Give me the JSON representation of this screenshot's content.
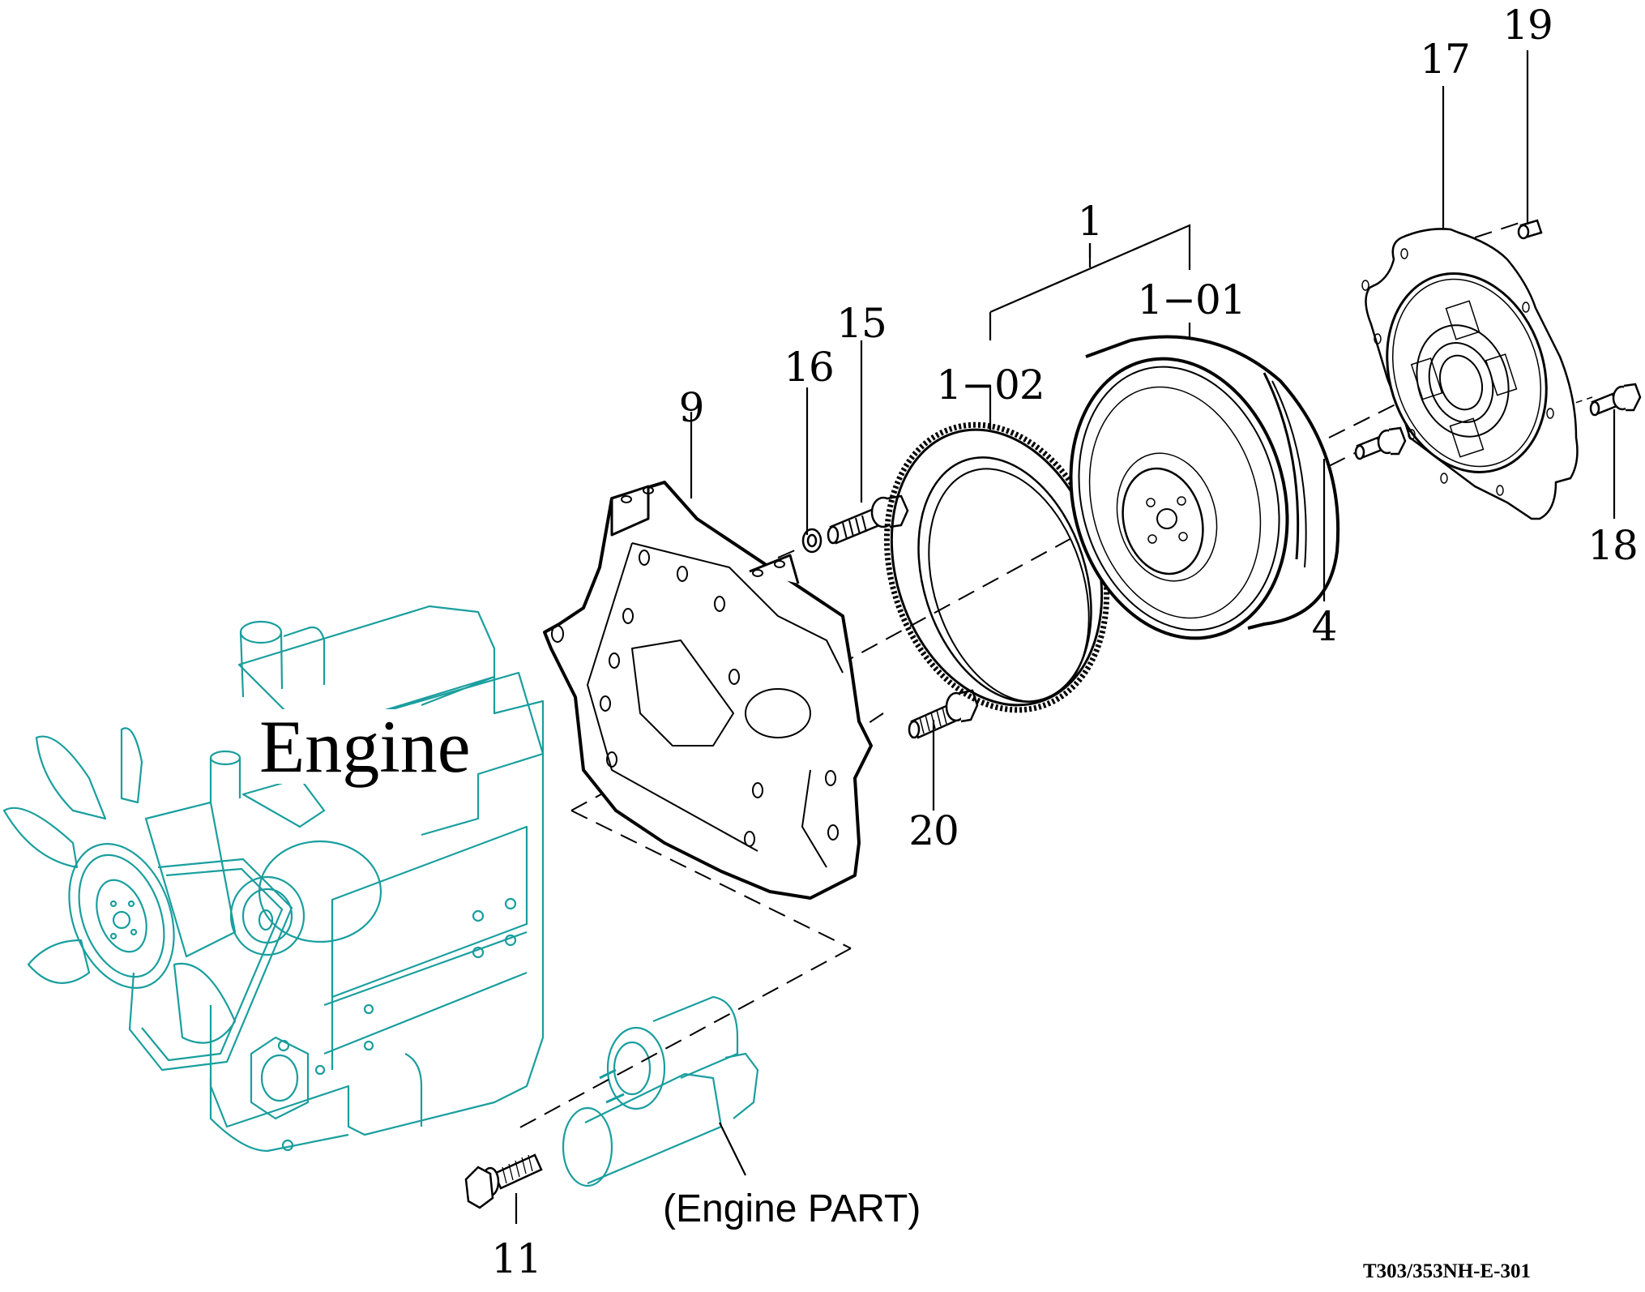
{
  "diagram": {
    "type": "exploded-parts-diagram",
    "reference_code": "T303/353NH-E-301",
    "engine_label": "Engine",
    "engine_part_label": "(Engine PART)",
    "colors": {
      "engine_line": "#1a9e9e",
      "part_line": "#000000",
      "background": "#ffffff"
    },
    "callouts": [
      {
        "id": "1",
        "label": "1",
        "part": "flywheel-assembly"
      },
      {
        "id": "1-01",
        "label": "1−01",
        "part": "flywheel"
      },
      {
        "id": "1-02",
        "label": "1−02",
        "part": "ring-gear"
      },
      {
        "id": "4",
        "label": "4",
        "part": "flywheel-bolt"
      },
      {
        "id": "9",
        "label": "9",
        "part": "flywheel-housing"
      },
      {
        "id": "11",
        "label": "11",
        "part": "starter-bolt"
      },
      {
        "id": "15",
        "label": "15",
        "part": "housing-bolt"
      },
      {
        "id": "16",
        "label": "16",
        "part": "washer"
      },
      {
        "id": "17",
        "label": "17",
        "part": "damper-disc"
      },
      {
        "id": "18",
        "label": "18",
        "part": "damper-bolt"
      },
      {
        "id": "19",
        "label": "19",
        "part": "dowel-pin"
      },
      {
        "id": "20",
        "label": "20",
        "part": "housing-bolt-lower"
      }
    ]
  }
}
